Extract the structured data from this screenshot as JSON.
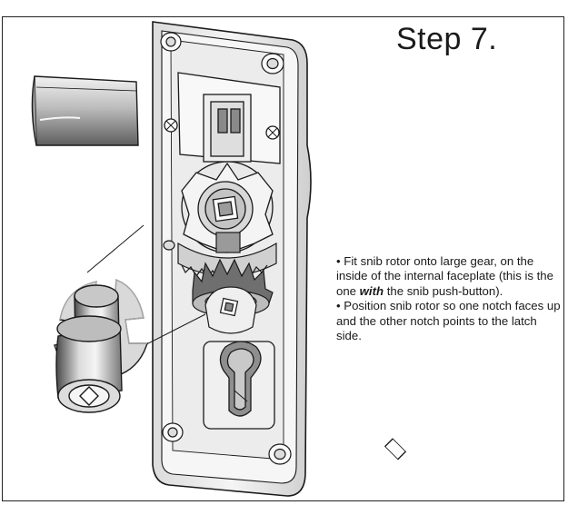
{
  "step_title": "Step 7.",
  "instructions": {
    "line1_prefix": "• Fit snib rotor onto large gear, on the inside of the internal faceplate (this is the one ",
    "line1_emphasis": "with",
    "line1_suffix": " the snib push-button).",
    "line2": "• Position snib rotor so one notch faces up and the other notch points to the latch side."
  },
  "colors": {
    "stroke": "#1a1a1a",
    "metal_light": "#e6e6e6",
    "metal_mid": "#b8b8b8",
    "metal_dark": "#6e6e6e"
  }
}
